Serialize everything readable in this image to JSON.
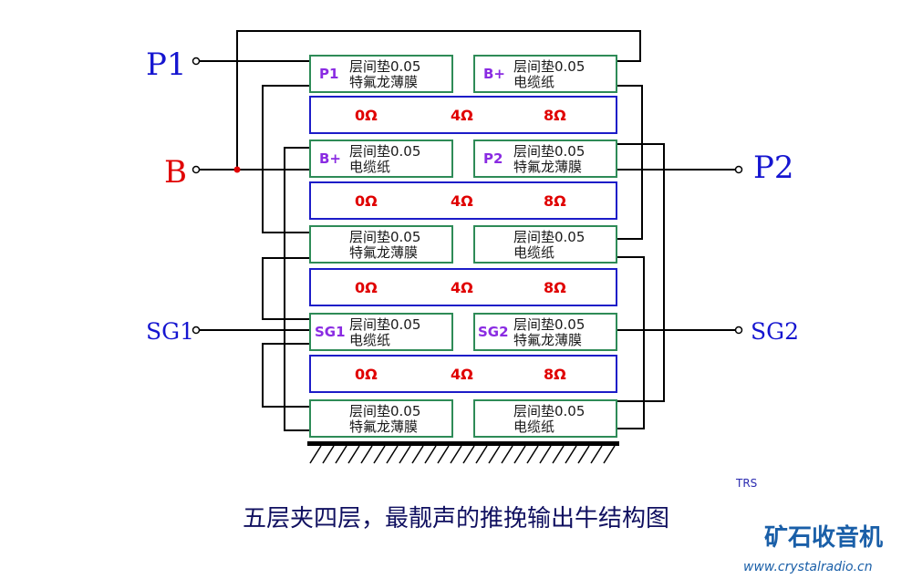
{
  "terminals": {
    "p1": "P1",
    "b": "B",
    "p2": "P2",
    "sg1": "SG1",
    "sg2": "SG2"
  },
  "primary_rows": [
    {
      "left": {
        "tag": "P1",
        "line1": "层间垫0.05",
        "line2": "特氟龙薄膜"
      },
      "right": {
        "tag": "B+",
        "line1": "层间垫0.05",
        "line2": "电缆纸"
      }
    },
    {
      "left": {
        "tag": "B+",
        "line1": "层间垫0.05",
        "line2": "电缆纸"
      },
      "right": {
        "tag": "P2",
        "line1": "层间垫0.05",
        "line2": "特氟龙薄膜"
      }
    },
    {
      "left": {
        "tag": "",
        "line1": "层间垫0.05",
        "line2": "特氟龙薄膜"
      },
      "right": {
        "tag": "",
        "line1": "层间垫0.05",
        "line2": "电缆纸"
      }
    },
    {
      "left": {
        "tag": "SG1",
        "line1": "层间垫0.05",
        "line2": "电缆纸"
      },
      "right": {
        "tag": "SG2",
        "line1": "层间垫0.05",
        "line2": "特氟龙薄膜"
      }
    },
    {
      "left": {
        "tag": "",
        "line1": "层间垫0.05",
        "line2": "特氟龙薄膜"
      },
      "right": {
        "tag": "",
        "line1": "层间垫0.05",
        "line2": "电缆纸"
      }
    }
  ],
  "secondary_rows": [
    {
      "taps": [
        "0Ω",
        "4Ω",
        "8Ω"
      ]
    },
    {
      "taps": [
        "0Ω",
        "4Ω",
        "8Ω"
      ]
    },
    {
      "taps": [
        "0Ω",
        "4Ω",
        "8Ω"
      ]
    },
    {
      "taps": [
        "0Ω",
        "4Ω",
        "8Ω"
      ]
    }
  ],
  "caption": "五层夹四层，最靓声的推挽输出牛结构图",
  "signature": "TRS",
  "watermark": {
    "name": "矿石收音机",
    "url": "www.crystalradio.cn"
  },
  "colors": {
    "primary_border": "#2e8b57",
    "secondary_border": "#1c1cc8",
    "tap_text": "#e00000",
    "tag_text": "#8a2be2",
    "terminal_text": "#1515d0"
  }
}
